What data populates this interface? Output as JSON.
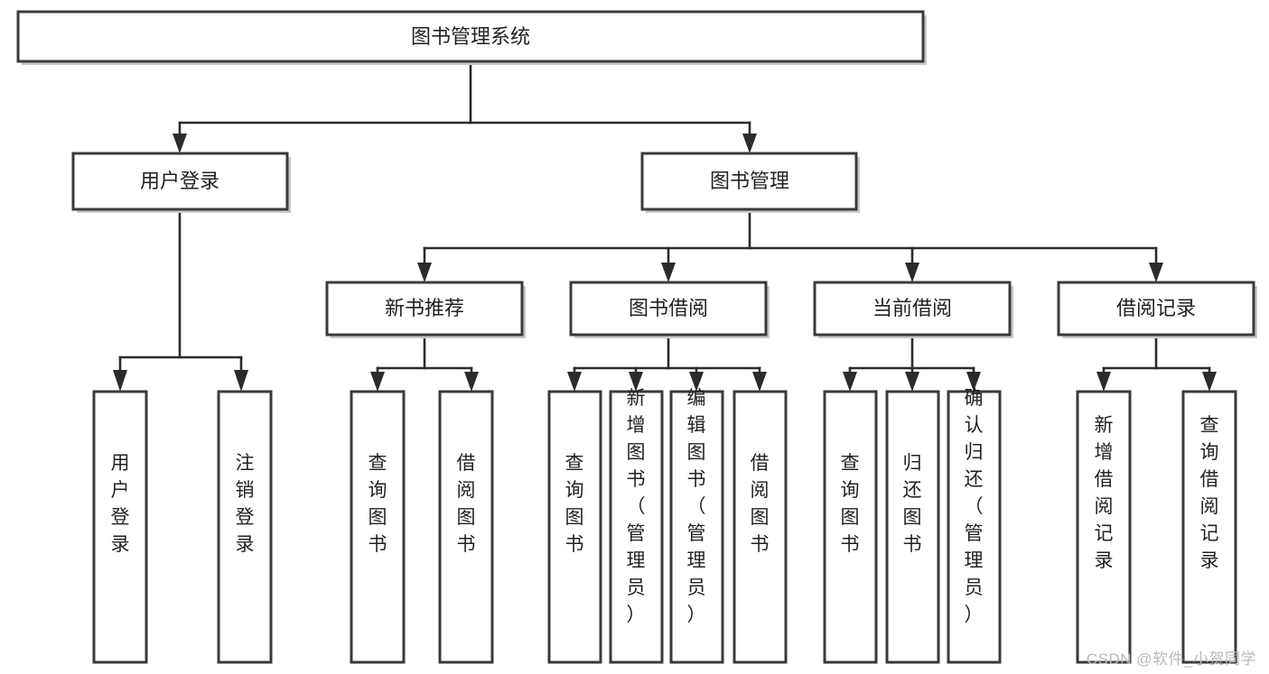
{
  "diagram": {
    "title": "图书管理系统",
    "watermark": "CSDN @软件_小贺同学",
    "style": {
      "box_fill": "#ffffff",
      "box_stroke": "#3a3a3a",
      "connector_color": "#2b2b2b",
      "text_color": "#222222",
      "watermark_color": "#b9b9b9",
      "background": "#ffffff"
    },
    "levels": {
      "root": {
        "label": "图书管理系统"
      },
      "level2": [
        {
          "label": "用户登录"
        },
        {
          "label": "图书管理"
        }
      ],
      "level3": [
        {
          "label": "新书推荐"
        },
        {
          "label": "图书借阅"
        },
        {
          "label": "当前借阅"
        },
        {
          "label": "借阅记录"
        }
      ],
      "leaves": {
        "user_login": [
          {
            "label": "用户登录"
          },
          {
            "label": "注销登录"
          }
        ],
        "new_book_recommend": [
          {
            "label": "查询图书"
          },
          {
            "label": "借阅图书"
          }
        ],
        "book_borrow": [
          {
            "label": "查询图书"
          },
          {
            "label": "新增图书（管理员）"
          },
          {
            "label": "编辑图书（管理员）"
          },
          {
            "label": "借阅图书"
          }
        ],
        "current_borrow": [
          {
            "label": "查询图书"
          },
          {
            "label": "归还图书"
          },
          {
            "label": "确认归还（管理员）"
          }
        ],
        "borrow_record": [
          {
            "label": "新增借阅记录"
          },
          {
            "label": "查询借阅记录"
          }
        ]
      }
    }
  }
}
